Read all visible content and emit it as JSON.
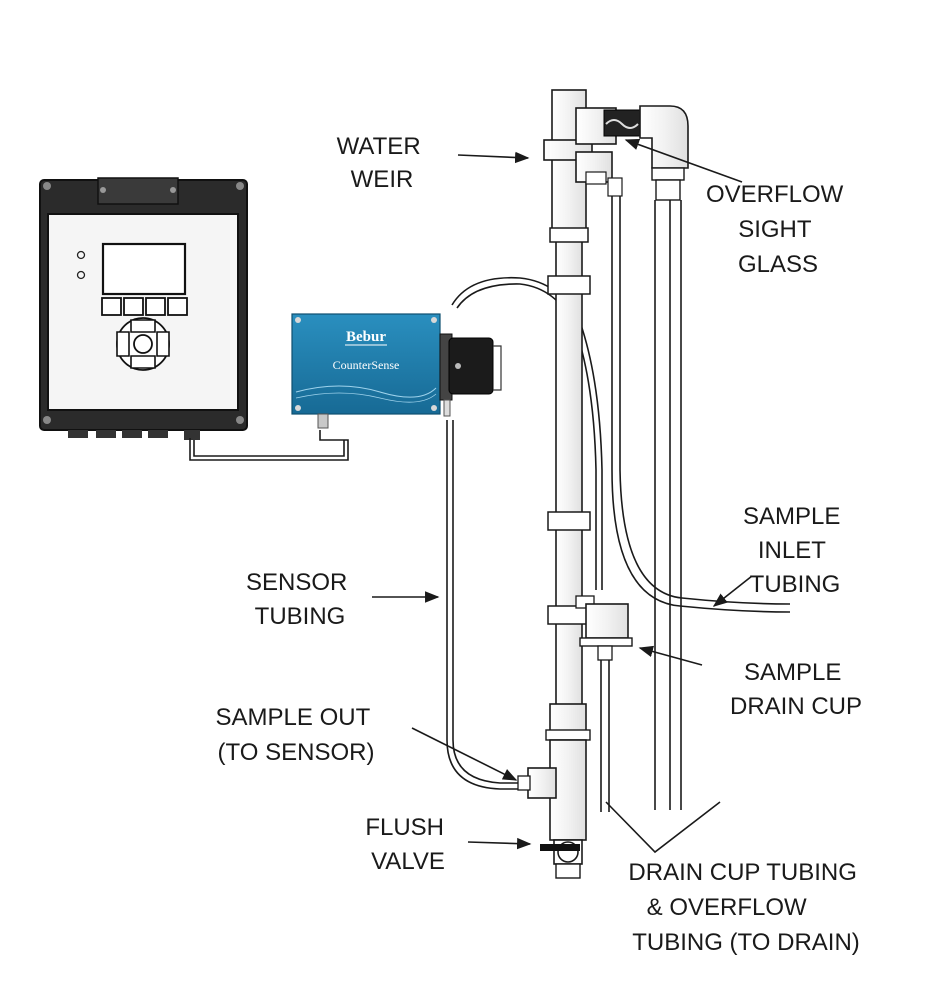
{
  "labels": {
    "water_weir": [
      "WATER",
      "WEIR"
    ],
    "overflow_sight_glass": [
      "OVERFLOW",
      "SIGHT",
      "GLASS"
    ],
    "sample_inlet_tubing": [
      "SAMPLE",
      "INLET",
      "TUBING"
    ],
    "sensor_tubing": [
      "SENSOR",
      "TUBING"
    ],
    "sample_drain_cup": [
      "SAMPLE",
      "DRAIN CUP"
    ],
    "sample_out": [
      "SAMPLE OUT",
      "(TO SENSOR)"
    ],
    "flush_valve": [
      "FLUSH",
      "VALVE"
    ],
    "drain_tubing": [
      "DRAIN CUP TUBING",
      "& OVERFLOW",
      "TUBING (TO DRAIN)"
    ]
  },
  "sensor_box": {
    "brand": "Bebur",
    "product": "CounterSense",
    "color": "#1e7fae"
  }
}
